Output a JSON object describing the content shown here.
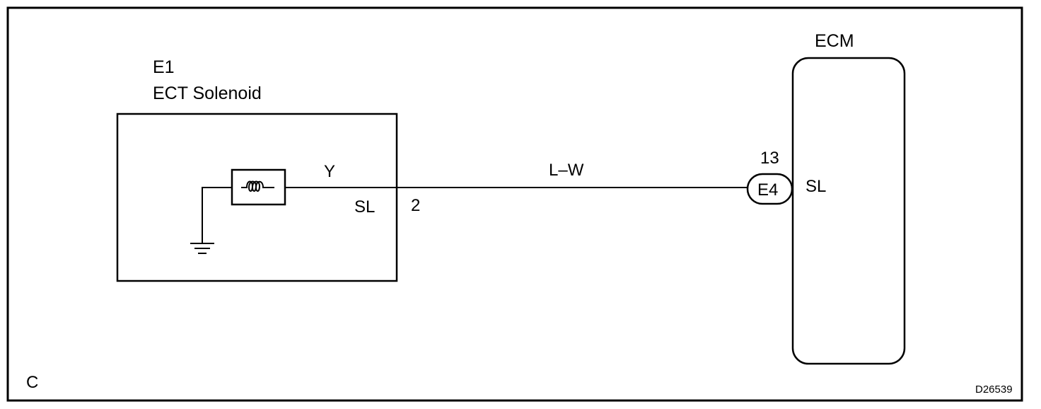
{
  "diagram": {
    "colors": {
      "stroke": "#000000",
      "background": "#ffffff"
    },
    "solenoid": {
      "connector_id": "E1",
      "name": "ECT Solenoid",
      "terminal_name": "SL",
      "pin": "2",
      "internal_wire_color": "Y"
    },
    "wire": {
      "color_code": "L–W"
    },
    "ecm": {
      "name": "ECM",
      "connector_id": "E4",
      "pin": "13",
      "terminal_name": "SL"
    },
    "corner_letter": "C",
    "figure_code": "D26539",
    "icons": [
      "coil-icon",
      "ground-icon"
    ]
  }
}
